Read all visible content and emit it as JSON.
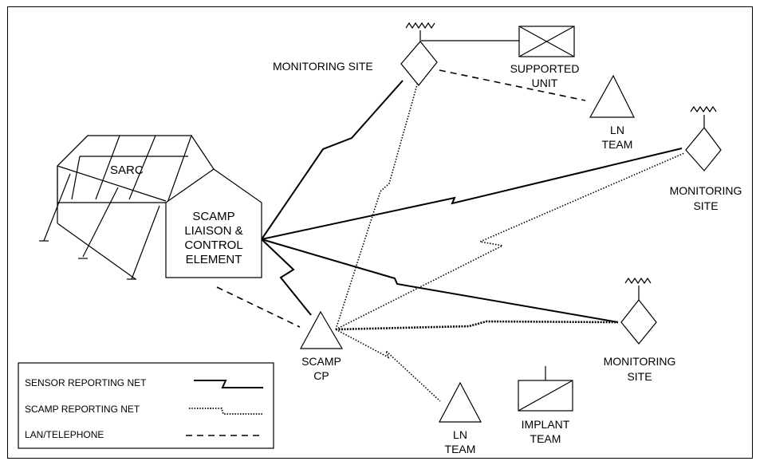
{
  "diagram": {
    "sarc_label": "SARC",
    "scamp_element": [
      "SCAMP",
      "LIAISON &",
      "CONTROL",
      "ELEMENT"
    ],
    "monitoring_site_top": "MONITORING SITE",
    "supported_unit": [
      "SUPPORTED",
      "UNIT"
    ],
    "ln_team_top": [
      "LN",
      "TEAM"
    ],
    "monitoring_site_right": [
      "MONITORING",
      "SITE"
    ],
    "monitoring_site_lower": [
      "MONITORING",
      "SITE"
    ],
    "scamp_cp": [
      "SCAMP",
      "CP"
    ],
    "ln_team_bottom": [
      "LN",
      "TEAM"
    ],
    "implant_team": [
      "IMPLANT",
      "TEAM"
    ]
  },
  "legend": {
    "sensor_reporting_net": "SENSOR REPORTING NET",
    "scamp_reporting_net": "SCAMP REPORTING NET",
    "lan_telephone": "LAN/TELEPHONE"
  }
}
